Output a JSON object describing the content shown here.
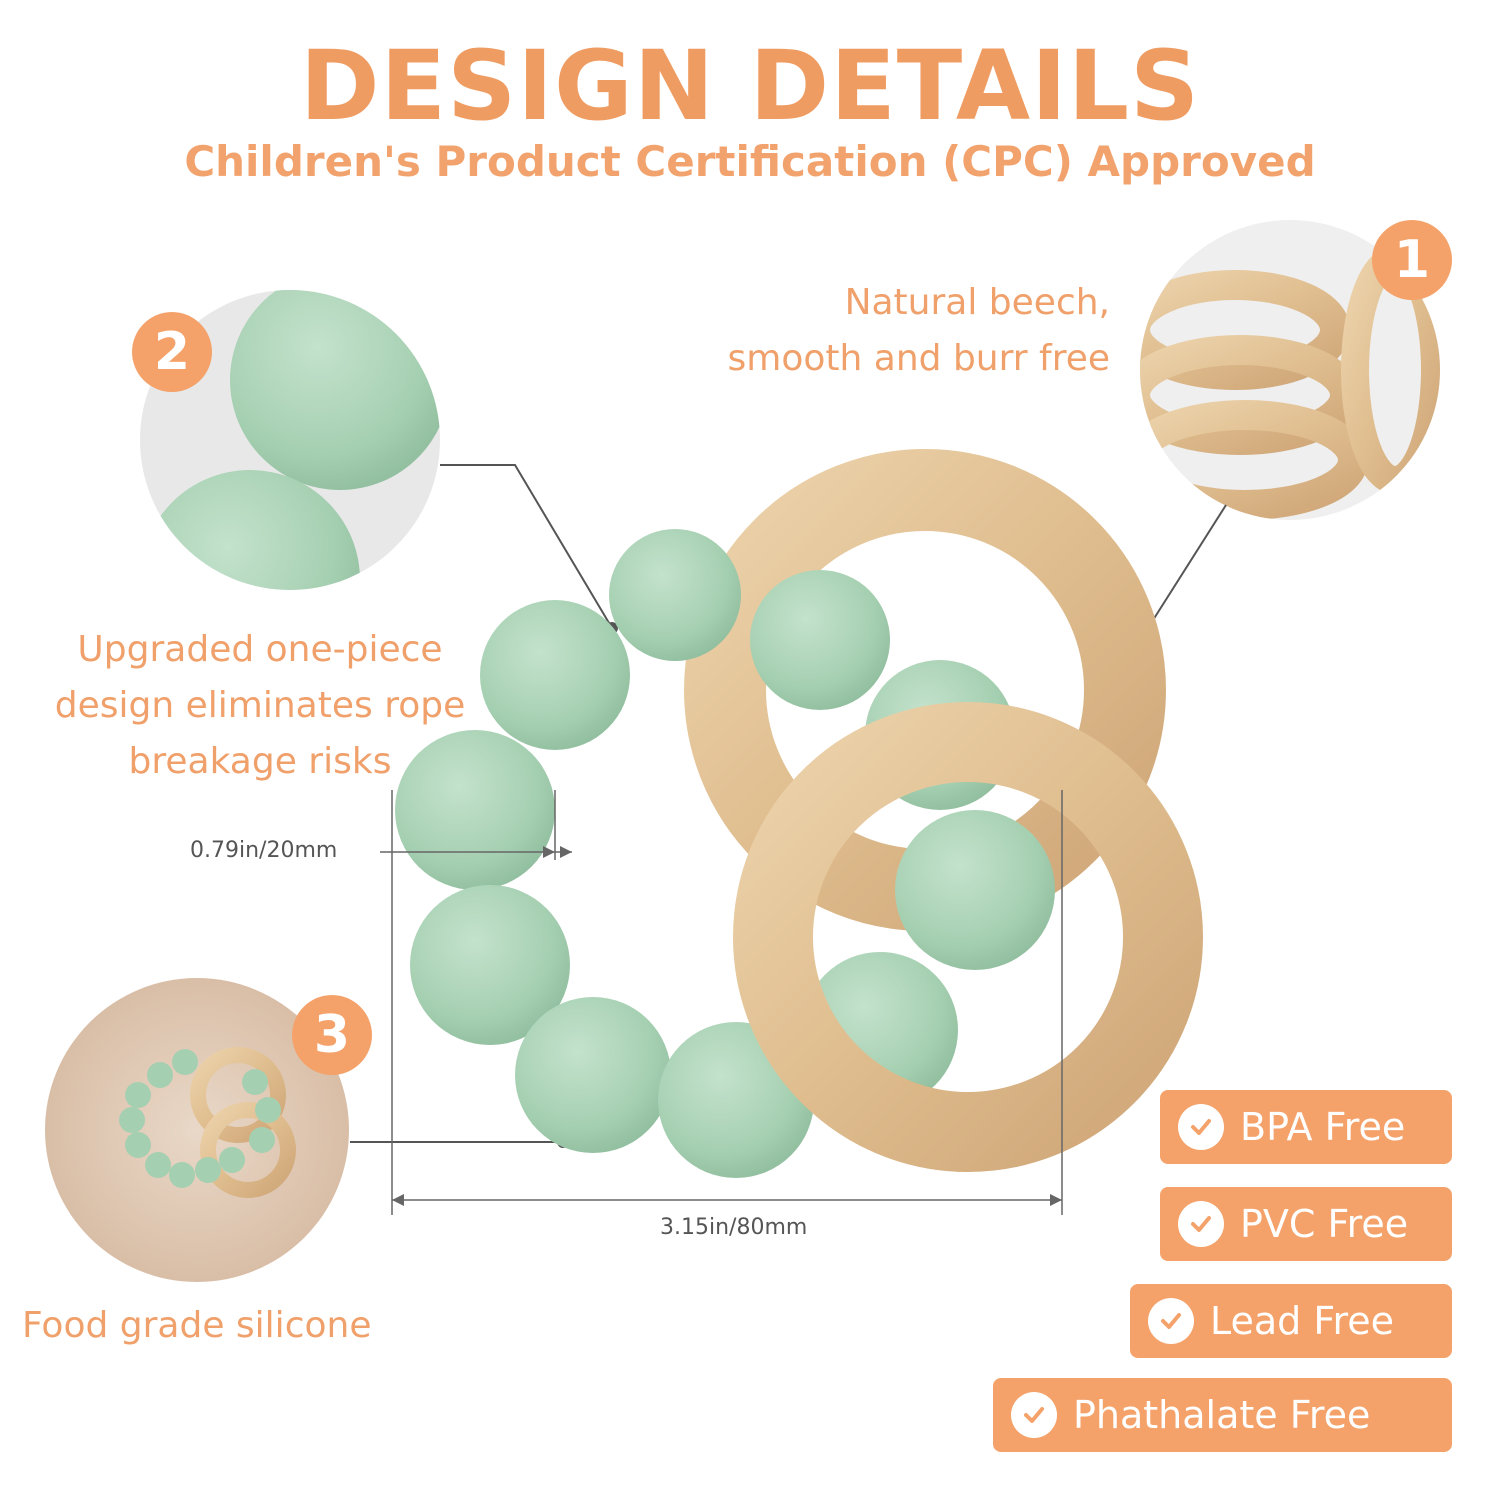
{
  "header": {
    "title": "DESIGN DETAILS",
    "subtitle": "Children's Product Certification (CPC) Approved"
  },
  "features": [
    {
      "number": "1",
      "text_line1": "Natural beech,",
      "text_line2": "smooth and burr free"
    },
    {
      "number": "2",
      "text_line1": "Upgraded one-piece",
      "text_line2": "design eliminates rope",
      "text_line3": "breakage risks"
    },
    {
      "number": "3",
      "text_line1": "Food grade silicone"
    }
  ],
  "measurements": {
    "bead_size": "0.79in/20mm",
    "overall_width": "3.15in/80mm"
  },
  "badges": [
    {
      "label": "BPA Free"
    },
    {
      "label": "PVC Free"
    },
    {
      "label": "Lead Free"
    },
    {
      "label": "Phathalate Free"
    }
  ],
  "colors": {
    "accent": "#f4a26a",
    "silicone": "#a8d0b3",
    "wood": "#e3c49a"
  }
}
